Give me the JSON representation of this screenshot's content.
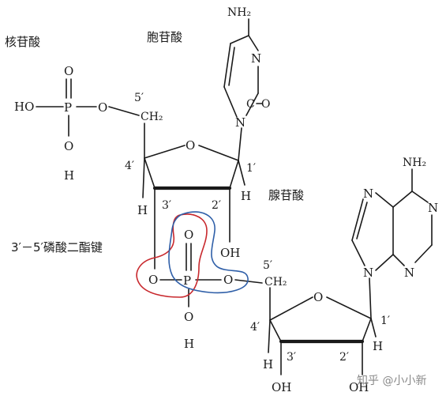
{
  "titles": {
    "nucleotide": "核苷酸",
    "cytidine": "胞苷酸",
    "adenosine": "腺苷酸",
    "phosphodiester": "3′－5′磷酸二酯键"
  },
  "atoms": {
    "ho_top": "HO",
    "p_top": "P",
    "o_top_up": "O",
    "o_top_down": "O",
    "h_top": "H",
    "o_top_link": "O",
    "c5_top": "5′",
    "ch2_top": "CH₂",
    "o_ring_top": "O",
    "c4_top": "4′",
    "c1_top": "1′",
    "c3_top": "3′",
    "c2_top": "2′",
    "h_c4_top": "H",
    "h_c1_top": "H",
    "oh_c2_top": "OH",
    "n_cyt_ring": "N",
    "n_cyt_n3": "N",
    "o_cyt": "O",
    "nh2_cyt": "NH₂",
    "o_mid_left": "O",
    "p_mid": "P",
    "o_mid_up": "O",
    "o_mid_right": "O",
    "o_mid_down": "O",
    "h_mid": "H",
    "c5_bot": "5′",
    "ch2_bot": "CH₂",
    "o_ring_bot": "O",
    "c4_bot": "4′",
    "c1_bot": "1′",
    "c3_bot": "3′",
    "c2_bot": "2′",
    "h_c4_bot": "H",
    "h_c1_bot": "H",
    "oh_c3_bot": "OH",
    "oh_c2_bot": "OH",
    "n_ade_7": "N",
    "n_ade_9": "N",
    "n_ade_1": "N",
    "n_ade_3": "N",
    "nh2_ade": "NH₂"
  },
  "watermark": "知乎 @小小新",
  "highlights": {
    "red": "#c8282d",
    "blue": "#2f5fa8"
  }
}
